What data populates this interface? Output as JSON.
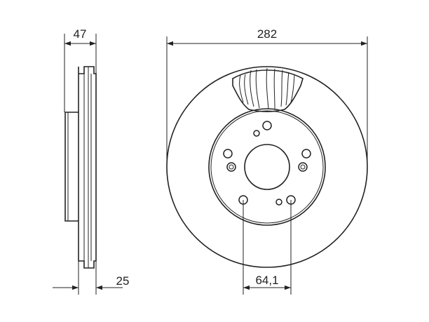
{
  "dimensions": {
    "overall_height": "47",
    "outer_diameter": "282",
    "min_thickness": "25",
    "bolt_pitch": "64,1"
  }
}
